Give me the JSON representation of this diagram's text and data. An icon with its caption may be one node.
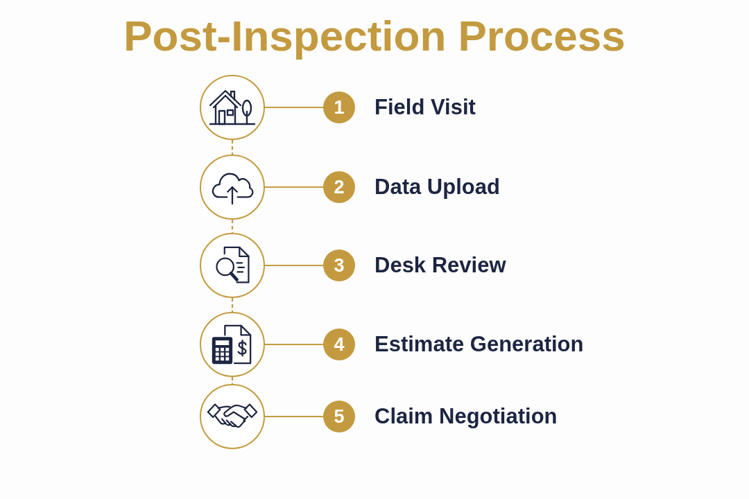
{
  "diagram": {
    "title": "Post-Inspection Process",
    "nodes": [
      {
        "text": [],
        "shape": "circle"
      },
      {
        "text": [
          "1"
        ],
        "beside": [
          "Field Visit"
        ]
      },
      {
        "text": [],
        "shape": "circle"
      },
      {
        "text": [
          "2"
        ],
        "beside": [
          "Data Upload"
        ]
      },
      {
        "text": [],
        "shape": "circle"
      },
      {
        "text": [
          "3"
        ],
        "beside": [
          "Desk Review"
        ]
      },
      {
        "text": [],
        "shape": "circle"
      },
      {
        "text": [
          "4"
        ],
        "beside": [
          "Estimate Generation"
        ]
      },
      {
        "text": [],
        "shape": "circle"
      },
      {
        "text": [
          "5"
        ],
        "beside": [
          "Claim Negotiation"
        ]
      }
    ],
    "edges": [
      {
        "from": 0,
        "to": 1,
        "arrow": "none"
      },
      {
        "from": 0,
        "to": 2,
        "arrow": "none",
        "style": "dashed"
      },
      {
        "from": 2,
        "to": 3,
        "arrow": "none"
      },
      {
        "from": 2,
        "to": 4,
        "arrow": "none",
        "style": "dashed"
      },
      {
        "from": 4,
        "to": 5,
        "arrow": "none"
      },
      {
        "from": 4,
        "to": 6,
        "arrow": "none",
        "style": "dashed"
      },
      {
        "from": 6,
        "to": 7,
        "arrow": "none"
      },
      {
        "from": 6,
        "to": 8,
        "arrow": "none",
        "style": "dashed"
      },
      {
        "from": 8,
        "to": 9,
        "arrow": "none"
      }
    ]
  }
}
